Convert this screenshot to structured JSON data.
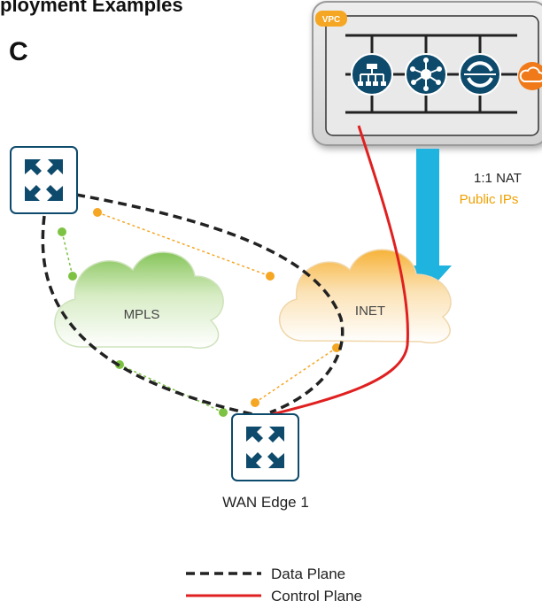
{
  "header": {
    "top_text": "ployment Examples",
    "panel_letter": "C"
  },
  "vpc": {
    "badge": "VPC",
    "icons": [
      "network-switch-icon",
      "network-hub-icon",
      "sync-router-icon",
      "cloud-icon"
    ]
  },
  "nat": {
    "line1": "1:1 NAT",
    "line2": "Public IPs",
    "arrow_color": "#1fb3e0",
    "line2_color": "#f0a000"
  },
  "clouds": {
    "mpls": "MPLS",
    "inet": "INET"
  },
  "routers": {
    "top_left": {
      "icon": "router-arrows-icon"
    },
    "wan_edge": {
      "icon": "router-arrows-icon",
      "label": "WAN Edge 1"
    }
  },
  "legend": {
    "data_plane": "Data Plane",
    "control_plane": "Control Plane",
    "control_color": "#e02020"
  },
  "colors": {
    "router_blue": "#0d4a6b",
    "green_link": "#7dc242",
    "orange_link": "#f5a623"
  }
}
